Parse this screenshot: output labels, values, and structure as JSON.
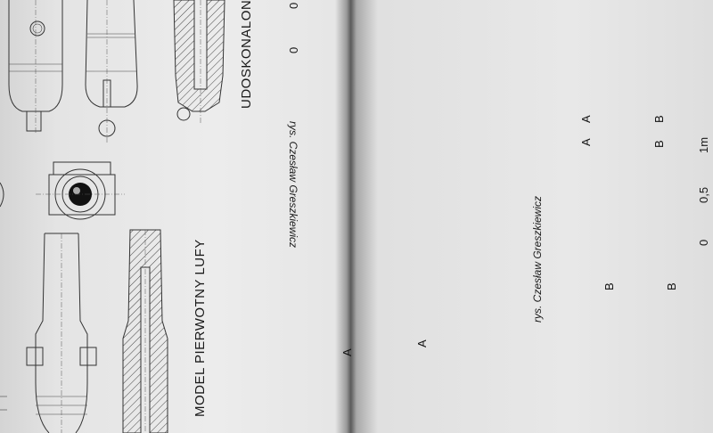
{
  "titles": {
    "model_title": "MODEL PIERWOTNY LUFY",
    "improved_title": "UDOSKONALONY M"
  },
  "credits": {
    "left": "rys. Czesław Greszkiewicz",
    "right": "rys. Czesław Greszkiewicz"
  },
  "scale": {
    "left_ticks": [
      "0",
      "0"
    ],
    "right_ticks": [
      "1m",
      "0,5",
      "0"
    ]
  },
  "section_labels": {
    "a_left": "A",
    "a_right": "A",
    "a_upper_1": "A",
    "a_upper_2": "A",
    "b_upper_1": "B",
    "b_upper_2": "B",
    "b_lower_1": "B",
    "b_lower_2": "B"
  },
  "colors": {
    "paper": "#e8e8e8",
    "ink": "#222222",
    "spine": "#5a5a5a"
  }
}
